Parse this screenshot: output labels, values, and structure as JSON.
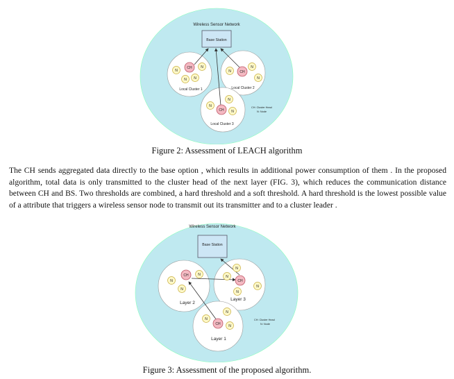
{
  "figure2": {
    "network_title": "Wireless Sensor Network",
    "base_station": "Base Station",
    "cluster_labels": [
      "Local Cluster 1",
      "Local Cluster 2",
      "Local Cluster 3"
    ],
    "node_label": "N",
    "head_label": "CH",
    "legend_head": "CH: Cluster Head",
    "legend_node": "N: Node",
    "caption": "Figure 2: Assessment of LEACH algorithm"
  },
  "paragraph": "The CH sends aggregated data directly to the base option , which results in  additional power consumption of them . In the proposed algorithm, total data is only transmitted to the cluster head of the next layer (FIG. 3), which reduces the  communication distance between CH and BS. Two  thresholds are combined,  a hard threshold and a soft  threshold. A hard threshold is the lowest possible value of a  attribute that triggers a   wireless sensor node  to transmit out its transmitter and  to a cluster leader .",
  "figure3": {
    "network_title": "Wireless Sensor Network",
    "base_station": "Base Station",
    "layer_labels": [
      "Layer 2",
      "Layer 3",
      "Layer 1"
    ],
    "node_label": "N",
    "head_label": "CH",
    "legend_head": "CH: Cluster Head",
    "legend_node": "N: Node",
    "caption": "Figure 3: Assessment of the proposed algorithm."
  },
  "colors": {
    "network_fill": "#bfe9f0",
    "cluster_fill": "#ffffff",
    "node_fill": "#fff9c8",
    "node_stroke": "#c9b040",
    "head_fill": "#f4b9c2",
    "head_stroke": "#c05a6a",
    "bs_fill": "#cde6f5"
  }
}
